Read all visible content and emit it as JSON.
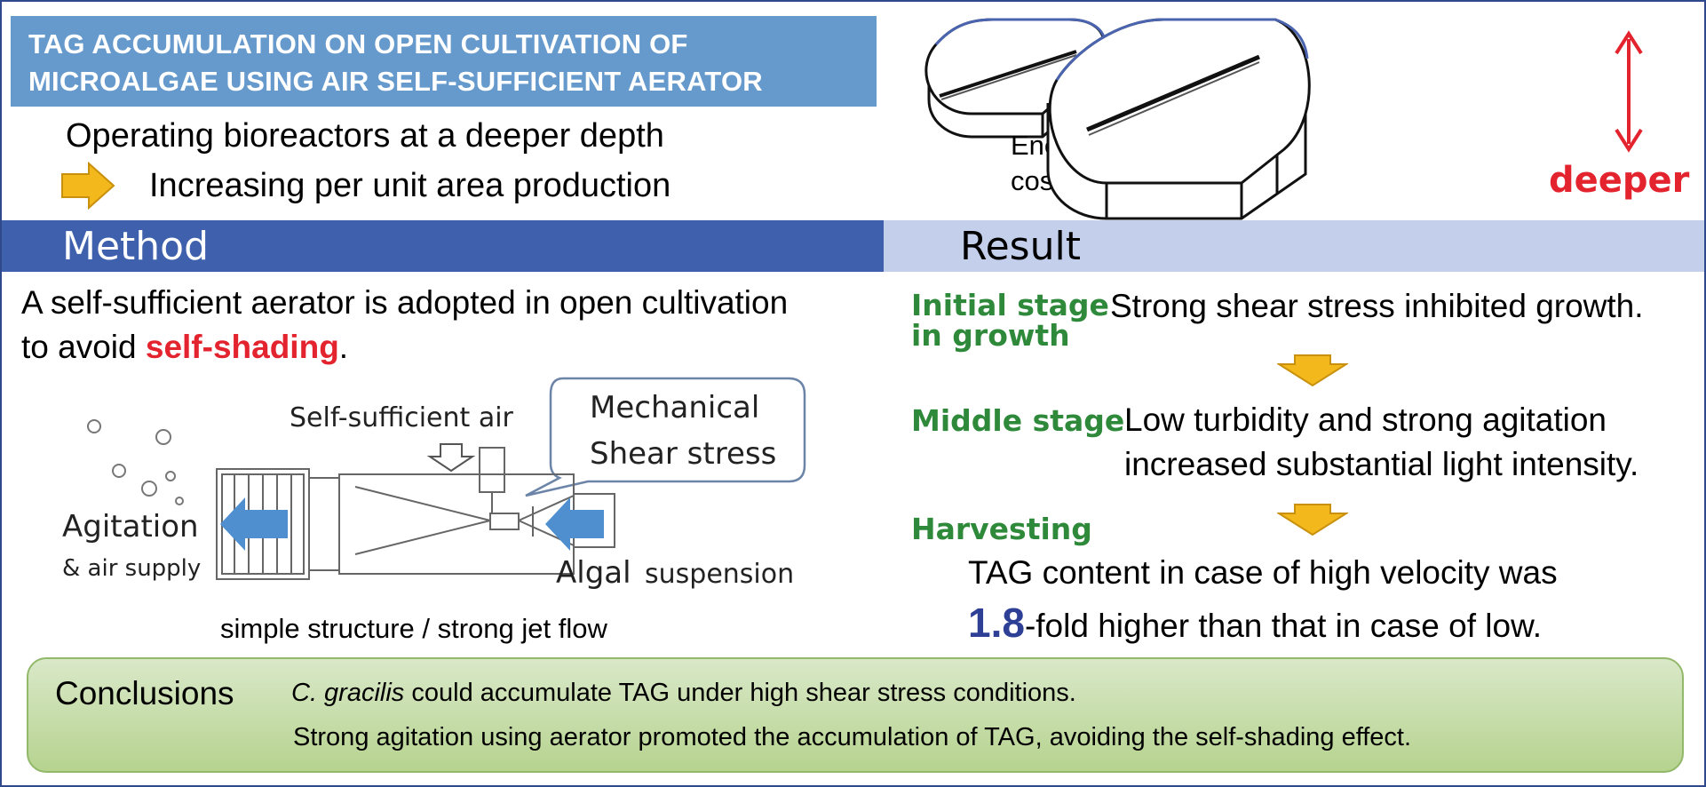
{
  "title": {
    "line1": "TAG ACCUMULATION ON OPEN CULTIVATION OF",
    "line2": "MICROALGAE USING AIR SELF-SUFFICIENT AERATOR"
  },
  "intro": {
    "line1": "Operating bioreactors at a deeper depth",
    "line2": "Increasing per unit area production"
  },
  "top_diagram": {
    "compare": ">>",
    "energy_line1": "Energy production",
    "energy_line2": "cost",
    "deeper": "deeper"
  },
  "method": {
    "header": "Method",
    "text_line1": "A self-sufficient aerator is adopted in open cultivation",
    "text_prefix": "to avoid ",
    "text_highlight": "self-shading",
    "text_suffix": ".",
    "diagram": {
      "air_label": "Self-sufficient air",
      "bubble_line1": "Mechanical",
      "bubble_line2": "Shear stress",
      "agitation": "Agitation",
      "air_supply": "& air supply",
      "algal": "Algal",
      "suspension": "suspension",
      "caption": "simple structure / strong jet flow"
    }
  },
  "result": {
    "header": "Result",
    "stage1_line1": "Initial stage",
    "stage1_line2": "in growth",
    "stage1_text": "Strong shear stress inhibited growth.",
    "stage2": "Middle stage",
    "stage2_line1": "Low turbidity and strong agitation",
    "stage2_line2": "increased substantial light intensity.",
    "stage3": "Harvesting",
    "stage3_line1": "TAG content  in case of high velocity was",
    "fold_value": "1.8",
    "stage3_line2_suffix": "-fold higher than that in case of low."
  },
  "conclusions": {
    "label": "Conclusions",
    "species": "C. gracilis",
    "line1_rest": " could accumulate TAG under high shear stress conditions.",
    "line2": "Strong agitation using aerator promoted the accumulation of TAG, avoiding the self-shading effect."
  },
  "colors": {
    "title_bg": "#6699cc",
    "method_bar": "#3f61ad",
    "result_bar": "#c3cfeb",
    "highlight_red": "#e3232d",
    "stage_green": "#2e8a3a",
    "arrow_gold": "#f2b81c",
    "flow_blue": "#4f8fd0",
    "fold_blue": "#2e3f96"
  }
}
